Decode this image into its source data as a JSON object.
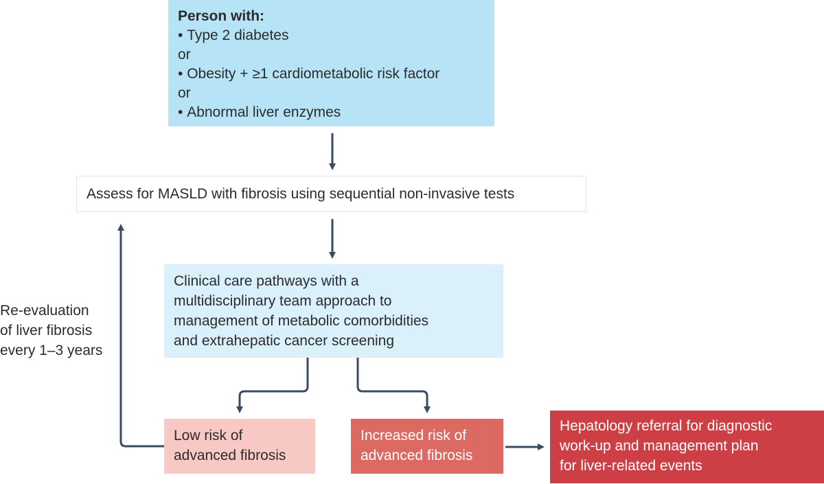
{
  "person_box": {
    "title": "Person with:",
    "lines": [
      "Type 2 diabetes",
      "or",
      "Obesity + ≥1 cardiometabolic risk factor",
      "or",
      "Abnormal liver enzymes"
    ]
  },
  "assess_box": {
    "text": "Assess for MASLD with fibrosis using sequential non-invasive tests"
  },
  "clinical_box": {
    "lines": [
      "Clinical care pathways with a",
      "multidisciplinary team approach to",
      "management of metabolic comorbidities",
      "and extrahepatic cancer screening"
    ]
  },
  "low_risk_box": {
    "lines": [
      "Low risk of",
      "advanced fibrosis"
    ]
  },
  "increased_risk_box": {
    "lines": [
      "Increased risk of",
      "advanced fibrosis"
    ]
  },
  "hepatology_box": {
    "lines": [
      "Hepatology referral for diagnostic",
      "work-up and management plan",
      "for liver-related events"
    ]
  },
  "reevaluation_label": {
    "lines": [
      "Re-evaluation",
      "of liver fibrosis",
      "every 1–3 years"
    ]
  },
  "colors": {
    "person_box": "#b7e3f7",
    "clinical_box": "#daf0fb",
    "low_risk_box": "#f8c9c4",
    "increased_risk_box": "#dc6a63",
    "hepatology_box": "#cd3f45",
    "arrow": "#3b4a63"
  }
}
